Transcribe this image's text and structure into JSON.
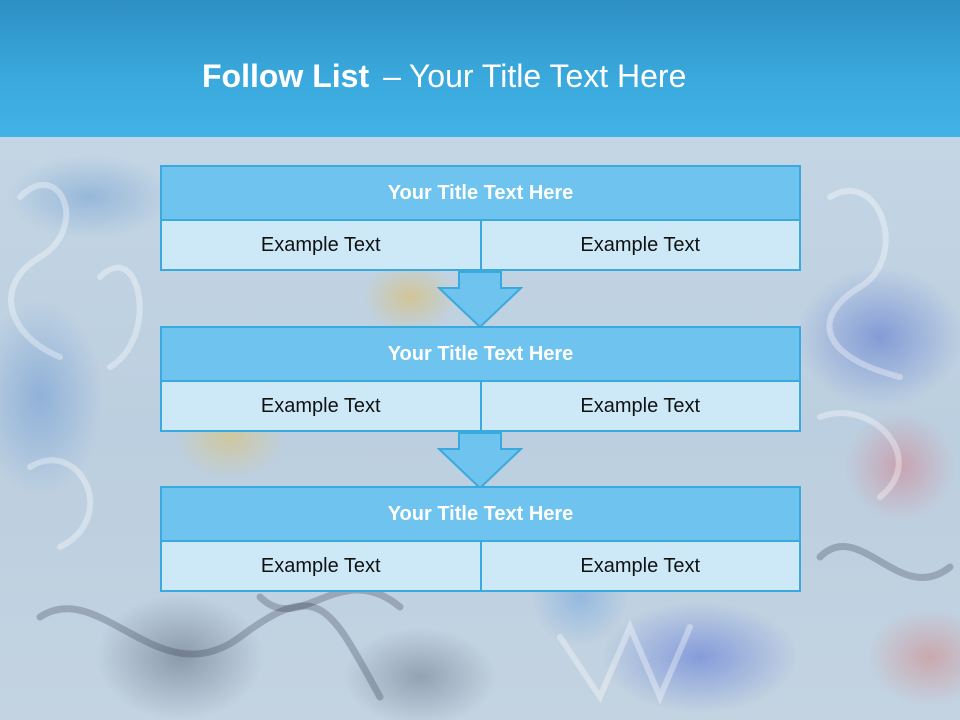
{
  "header": {
    "title_bold": "Follow List",
    "separator": "–",
    "title_rest": "Your Title Text Here"
  },
  "blocks": [
    {
      "title": "Your Title Text Here",
      "left": "Example Text",
      "right": "Example Text"
    },
    {
      "title": "Your Title Text Here",
      "left": "Example Text",
      "right": "Example Text"
    },
    {
      "title": "Your Title Text Here",
      "left": "Example Text",
      "right": "Example Text"
    }
  ],
  "colors": {
    "header": "#3aa8dc",
    "block_title": "#6ec4ee",
    "block_cell": "#cde9f7",
    "border": "#3aa9de"
  }
}
